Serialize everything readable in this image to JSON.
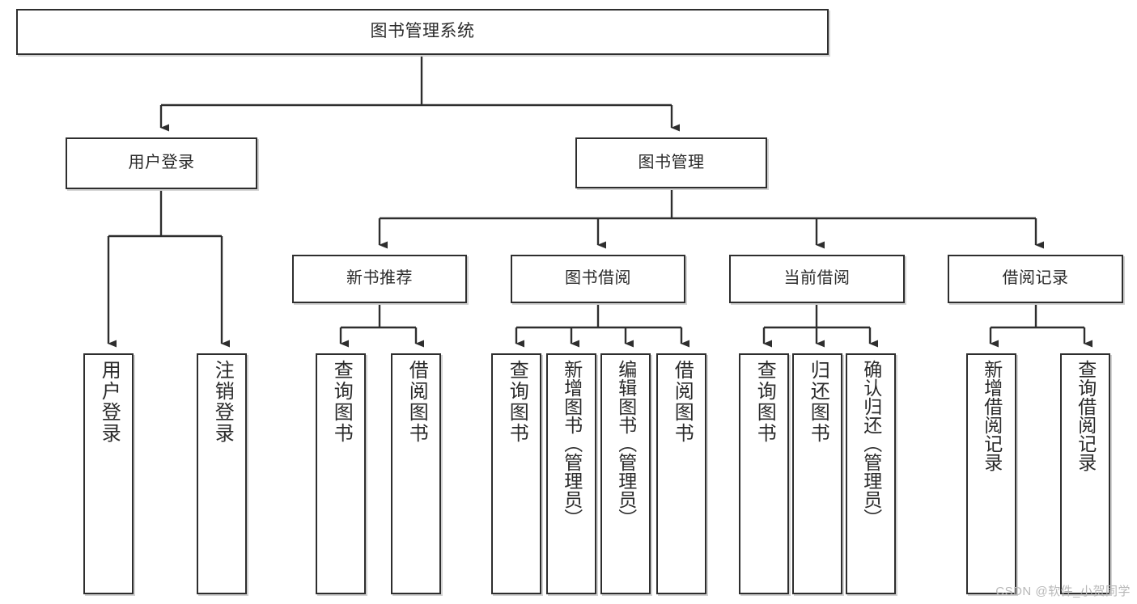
{
  "diagram": {
    "title": "图书管理系统",
    "watermark": "CSDN @软件_小贺同学",
    "colors": {
      "border": "#2e2e2e",
      "shadow": "#d2d2d2",
      "background": "#ffffff",
      "text": "#2b2b2b",
      "watermark": "#b8b8b8"
    },
    "root": {
      "label": "图书管理系统"
    },
    "level1": [
      {
        "label": "用户登录"
      },
      {
        "label": "图书管理"
      }
    ],
    "level2": [
      {
        "label": "新书推荐"
      },
      {
        "label": "图书借阅"
      },
      {
        "label": "当前借阅"
      },
      {
        "label": "借阅记录"
      }
    ],
    "leaves": {
      "user_login": [
        {
          "label": "用户登录"
        },
        {
          "label": "注销登录"
        }
      ],
      "new_book_recommend": [
        {
          "label": "查询图书"
        },
        {
          "label": "借阅图书"
        }
      ],
      "book_borrow": [
        {
          "label": "查询图书"
        },
        {
          "label": "新增图书（管理员）"
        },
        {
          "label": "编辑图书（管理员）"
        },
        {
          "label": "借阅图书"
        }
      ],
      "current_borrow": [
        {
          "label": "查询图书"
        },
        {
          "label": "归还图书"
        },
        {
          "label": "确认归还（管理员）"
        }
      ],
      "borrow_record": [
        {
          "label": "新增借阅记录"
        },
        {
          "label": "查询借阅记录"
        }
      ]
    }
  }
}
